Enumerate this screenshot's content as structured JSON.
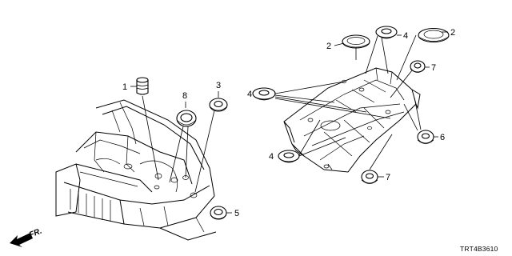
{
  "callouts": [
    {
      "id": "c1",
      "text": "1"
    },
    {
      "id": "c2a",
      "text": "2"
    },
    {
      "id": "c2b",
      "text": "2"
    },
    {
      "id": "c3",
      "text": "3"
    },
    {
      "id": "c4a",
      "text": "4"
    },
    {
      "id": "c4b",
      "text": "4"
    },
    {
      "id": "c4c",
      "text": "4"
    },
    {
      "id": "c5",
      "text": "5"
    },
    {
      "id": "c6",
      "text": "6"
    },
    {
      "id": "c7a",
      "text": "7"
    },
    {
      "id": "c7b",
      "text": "7"
    },
    {
      "id": "c8",
      "text": "8"
    }
  ],
  "direction_label": "FR.",
  "diagram_code": "TRT4B3610",
  "colors": {
    "line": "#000000",
    "background": "#ffffff"
  }
}
